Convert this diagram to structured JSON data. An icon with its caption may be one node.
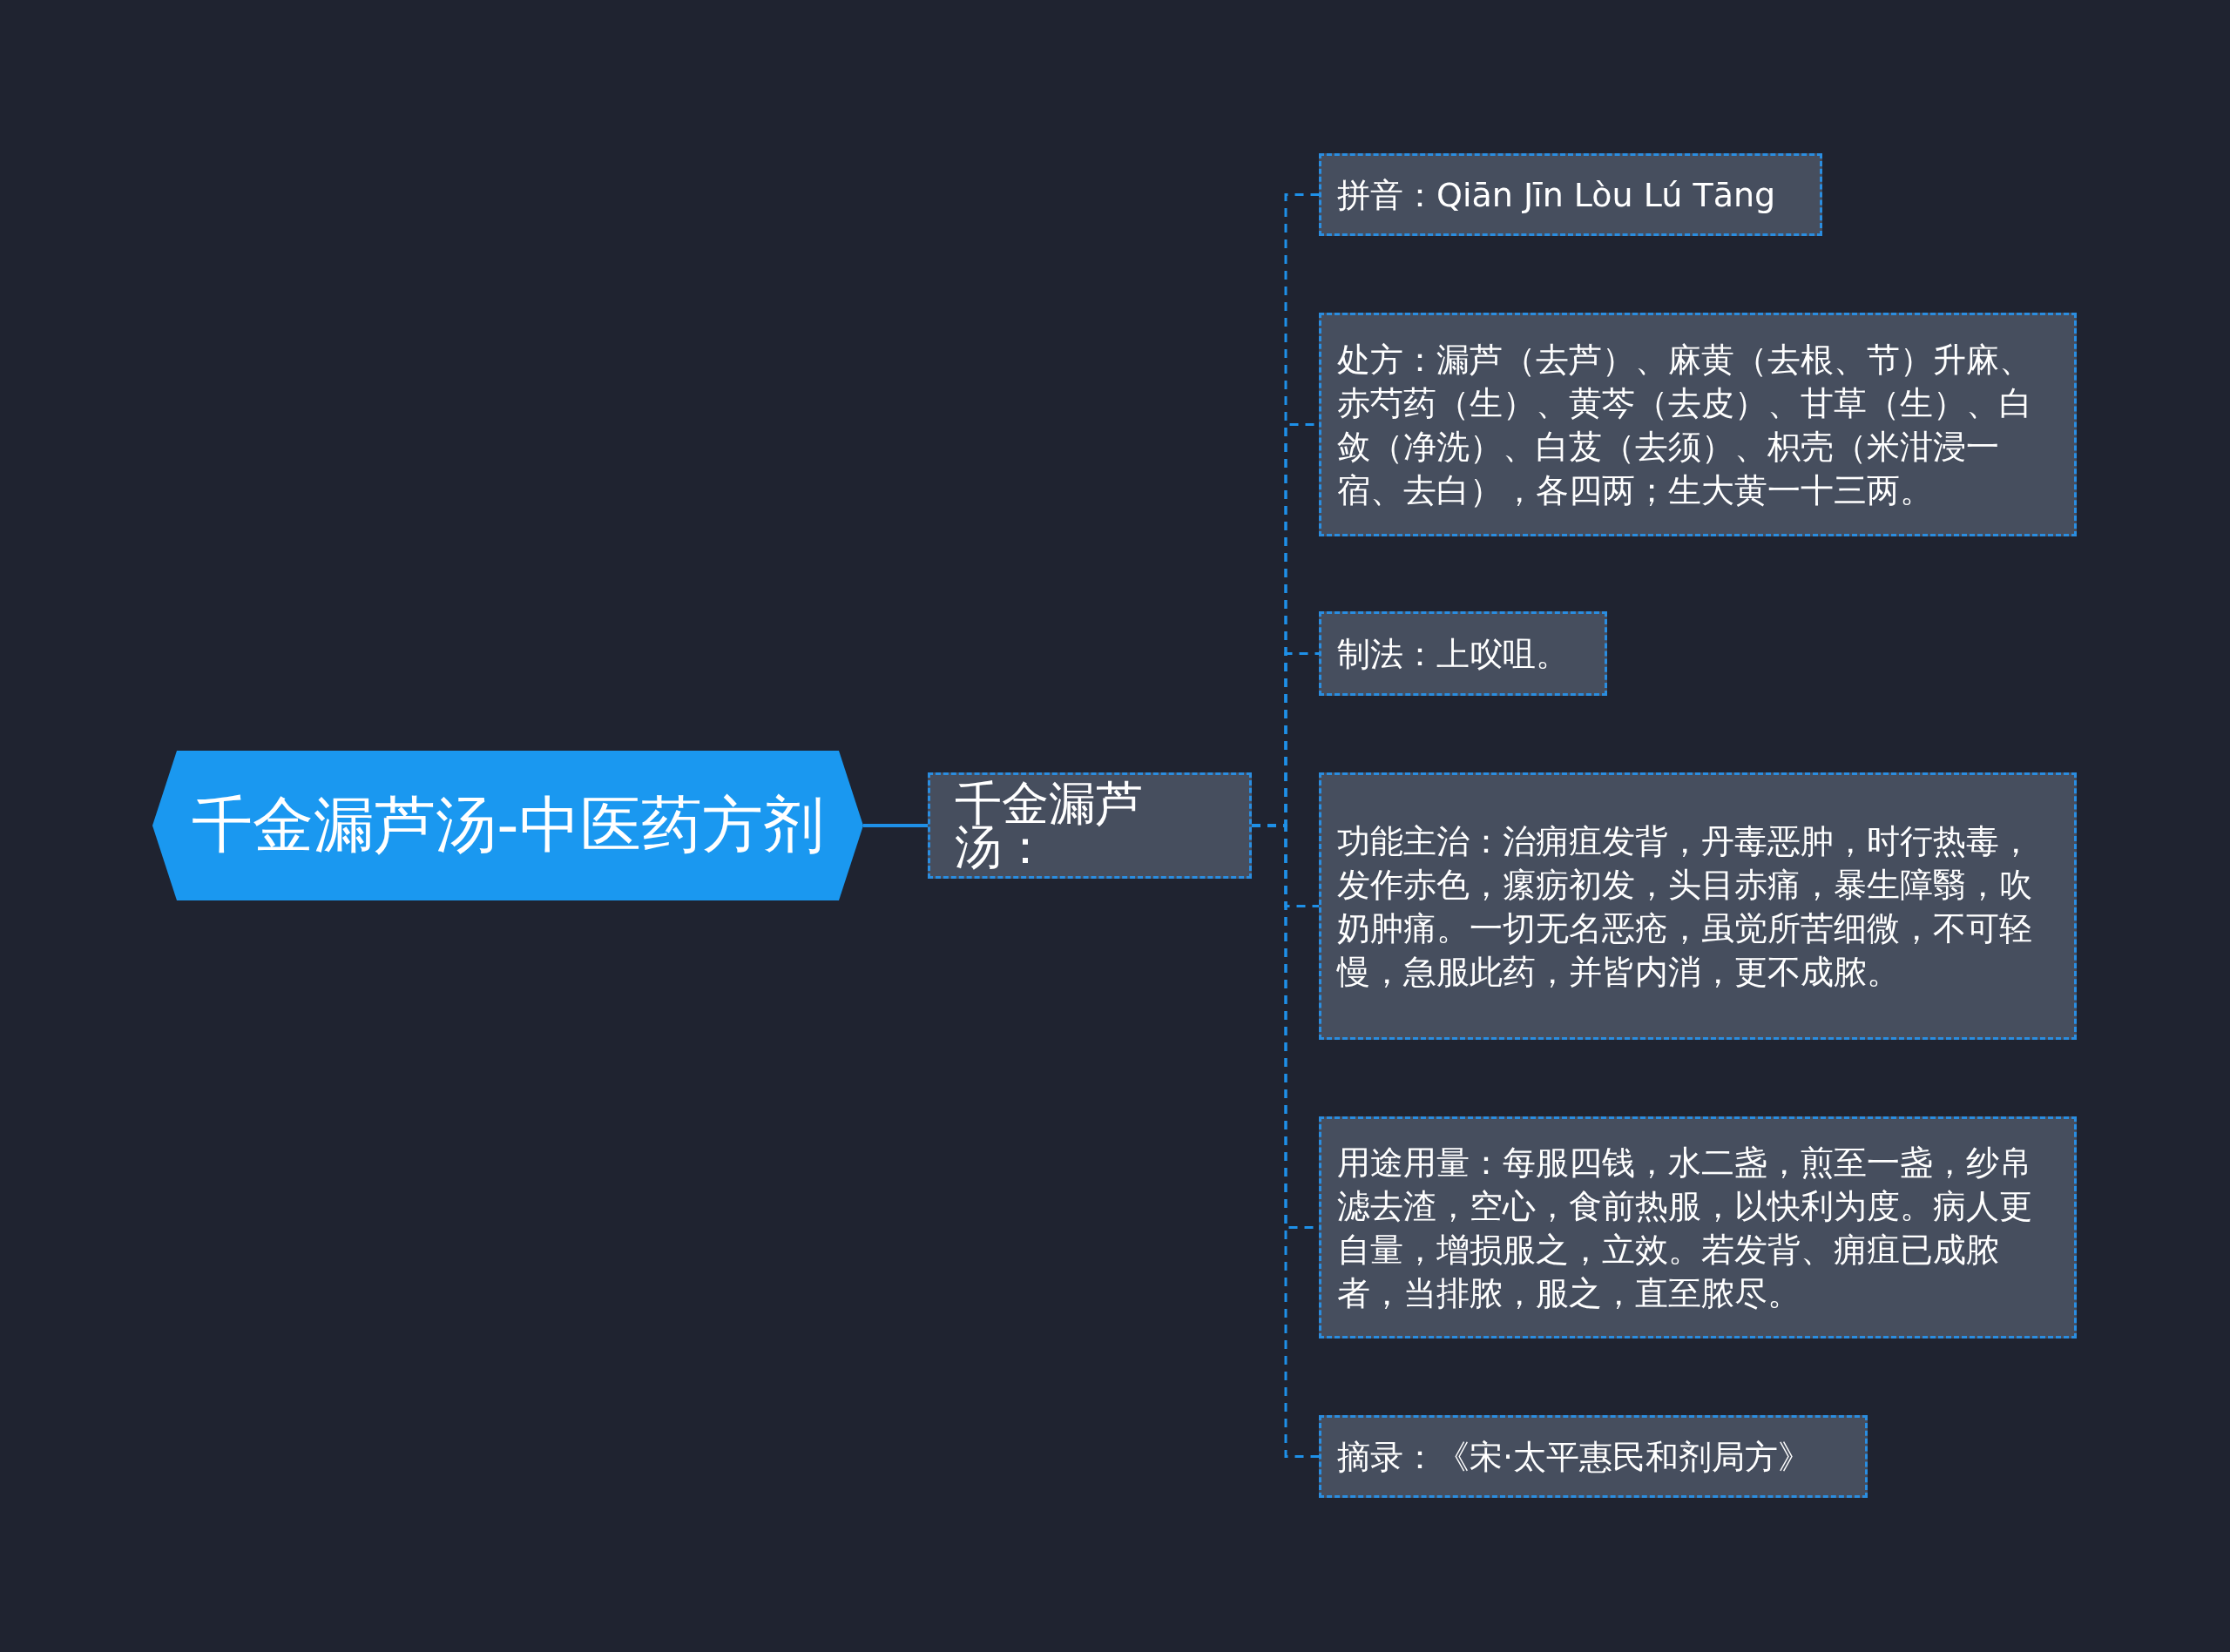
{
  "diagram": {
    "nodes": [
      {
        "text": [
          "千金漏芦汤-中医药方剂"
        ]
      },
      {
        "text": [
          "千金漏芦汤："
        ]
      },
      {
        "text": [
          "拼音：Qiān Jīn Lòu Lú Tāng"
        ]
      },
      {
        "text": [
          "处方：漏芦（去芦）、麻黄（去根、节）升麻、赤芍药（生）、黄芩（去皮）、甘草（生）、白敛（净洗）、白芨（去须）、枳壳（米泔浸一宿、去白），各四两；生大黄一十三两。"
        ]
      },
      {
        "text": [
          "制法：上㕮咀。"
        ]
      },
      {
        "text": [
          "功能主治：治痈疽发背，丹毒恶肿，时行热毒，发作赤色，瘰疬初发，头目赤痛，暴生障翳，吹奶肿痛。一切无名恶疮，虽觉所苦细微，不可轻慢，急服此药，并皆内消，更不成脓。"
        ]
      },
      {
        "text": [
          "用途用量：每服四钱，水二盏，煎至一盏，纱帛滤去渣，空心，食前热服，以快利为度。病人更自量，增损服之，立效。若发背、痈疽已成脓者，当排脓，服之，直至脓尽。"
        ]
      },
      {
        "text": [
          "摘录：《宋·太平惠民和剂局方》"
        ]
      }
    ],
    "edges": [
      {
        "from": 0,
        "to": 1,
        "arrow": "none"
      },
      {
        "from": 1,
        "to": 2,
        "arrow": "none",
        "style": "dashed"
      },
      {
        "from": 1,
        "to": 3,
        "arrow": "none",
        "style": "dashed"
      },
      {
        "from": 1,
        "to": 4,
        "arrow": "none",
        "style": "dashed"
      },
      {
        "from": 1,
        "to": 5,
        "arrow": "none",
        "style": "dashed"
      },
      {
        "from": 1,
        "to": 6,
        "arrow": "none",
        "style": "dashed"
      },
      {
        "from": 1,
        "to": 7,
        "arrow": "none",
        "style": "dashed"
      }
    ]
  }
}
